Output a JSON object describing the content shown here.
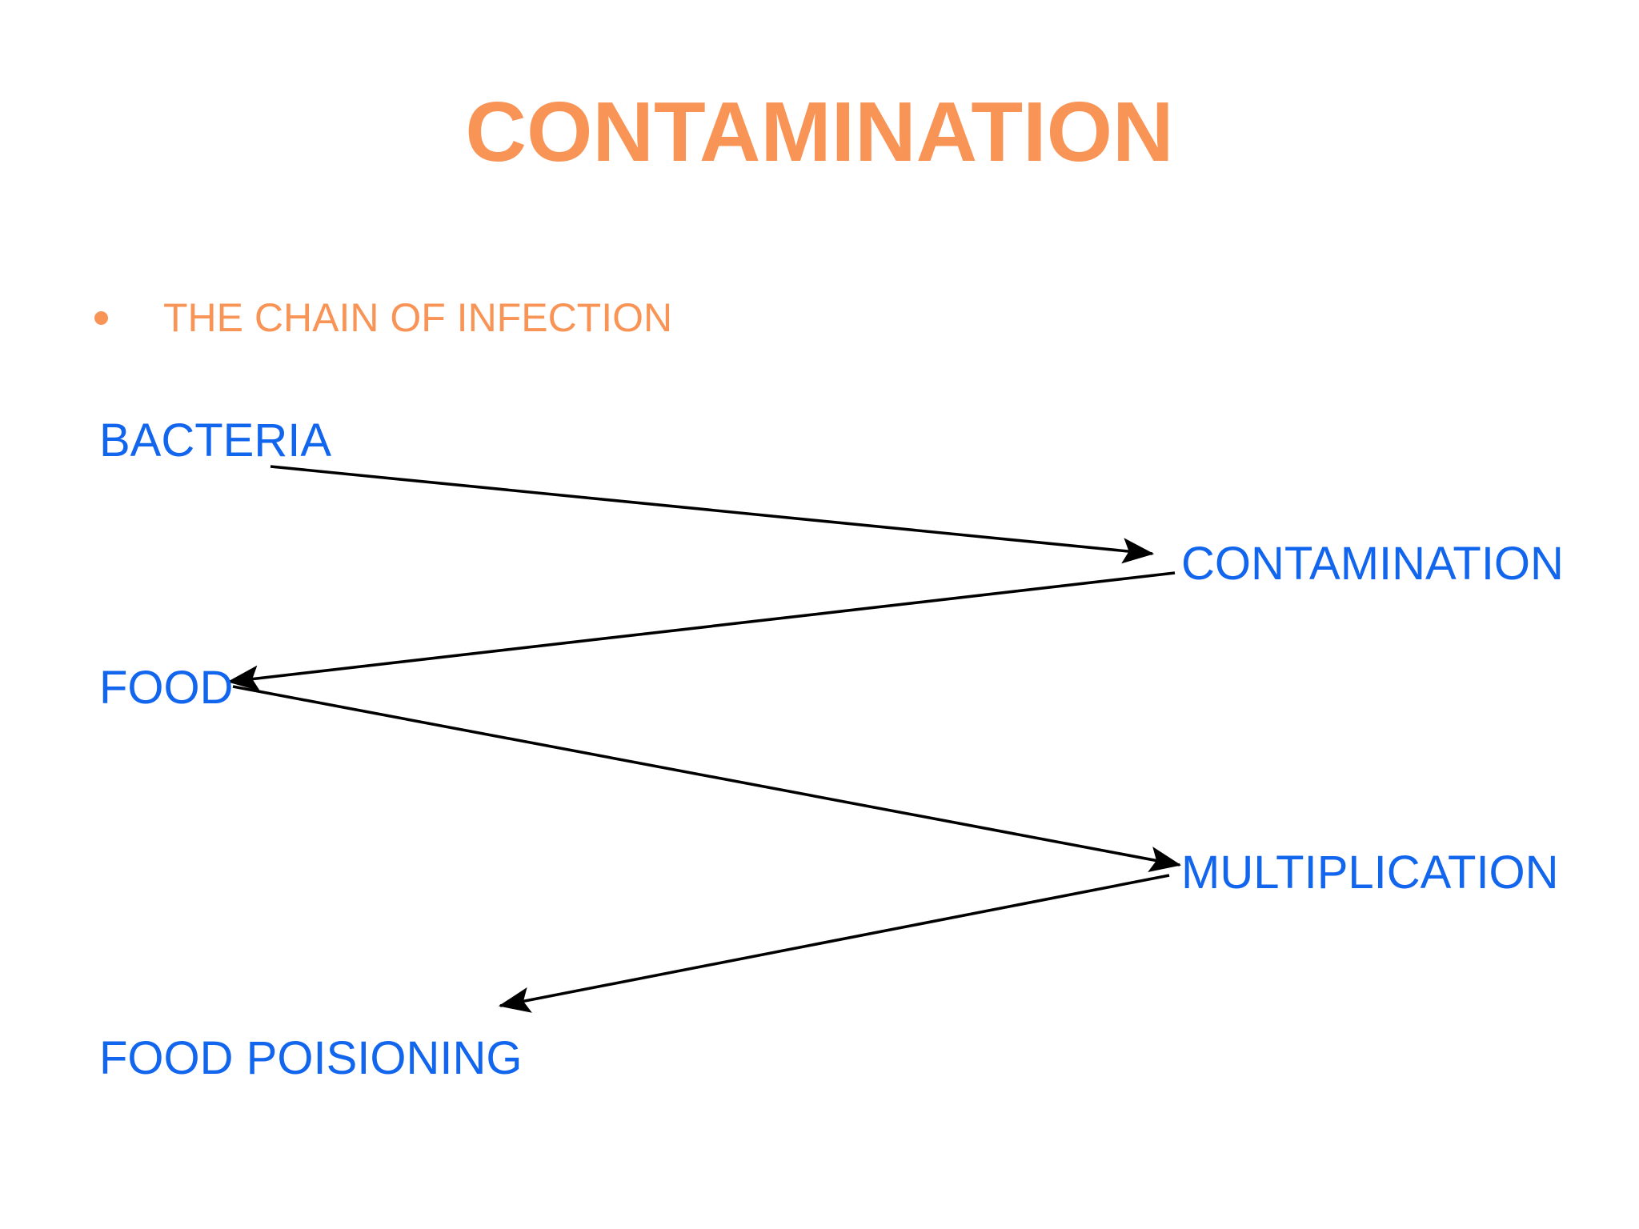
{
  "slide": {
    "title": "CONTAMINATION",
    "background_color": "#ffffff",
    "accent_color": "#f89456",
    "node_color": "#1266ee",
    "arrow_color": "#000000"
  },
  "bullets": [
    {
      "marker": "bullet-dot",
      "text": "THE CHAIN OF INFECTION"
    }
  ],
  "diagram": {
    "type": "flow-chain",
    "nodes": [
      {
        "id": "bacteria",
        "label": "BACTERIA"
      },
      {
        "id": "contamination",
        "label": "CONTAMINATION"
      },
      {
        "id": "food",
        "label": "FOOD"
      },
      {
        "id": "multiplication",
        "label": "MULTIPLICATION"
      },
      {
        "id": "food_poisoning",
        "label": "FOOD POISIONING"
      }
    ],
    "edges": [
      {
        "from": "bacteria",
        "to": "contamination"
      },
      {
        "from": "contamination",
        "to": "food"
      },
      {
        "from": "food",
        "to": "multiplication"
      },
      {
        "from": "multiplication",
        "to": "food_poisoning"
      }
    ]
  }
}
